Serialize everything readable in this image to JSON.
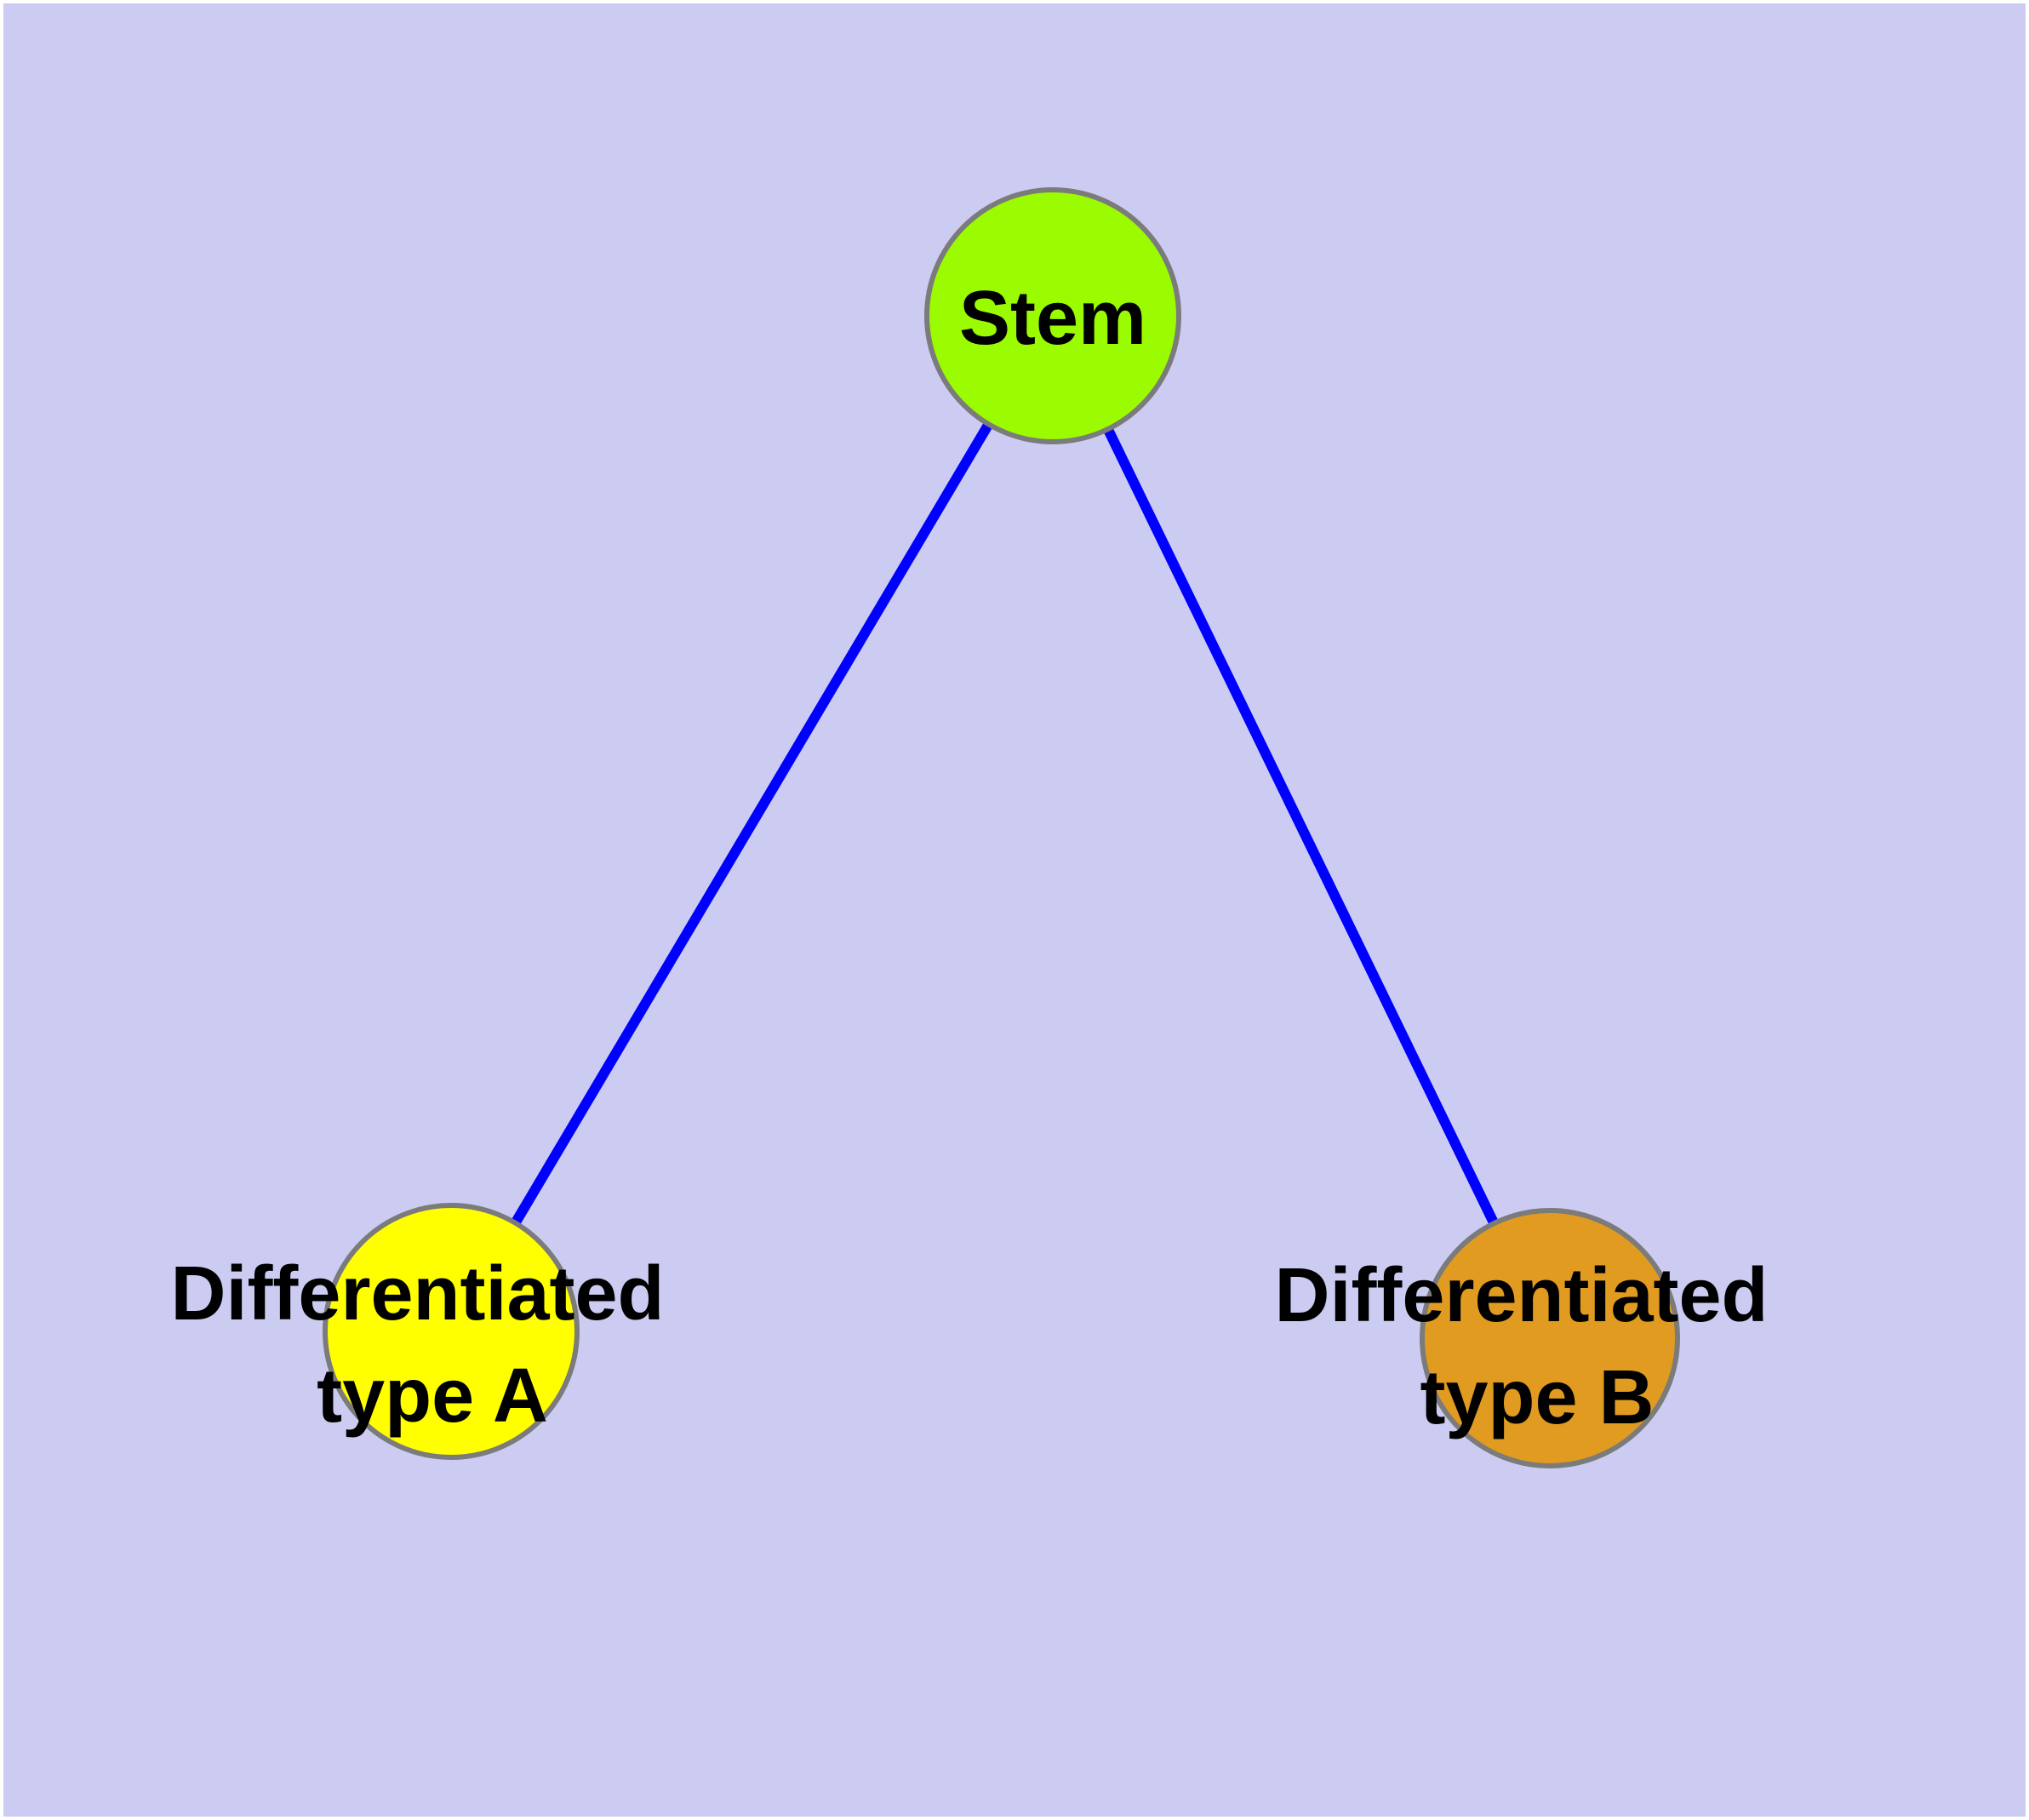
{
  "diagram": {
    "background_color": "#CCCCF3",
    "margin_color": "#FFFFFF",
    "edge_color": "#0000FF",
    "node_stroke_color": "#7B7B7B",
    "text_color": "#000000",
    "nodes": {
      "stem": {
        "label": "Stem",
        "fill": "#9BFB00"
      },
      "type_a": {
        "label_line1": "Differentiated",
        "label_line2": "type A",
        "fill": "#FFFF00"
      },
      "type_b": {
        "label_line1": "Differentiated",
        "label_line2": "type B",
        "fill": "#E09B20"
      }
    },
    "edges": [
      {
        "from": "Stem",
        "to": "Differentiated type A"
      },
      {
        "from": "Stem",
        "to": "Differentiated type B"
      }
    ]
  }
}
